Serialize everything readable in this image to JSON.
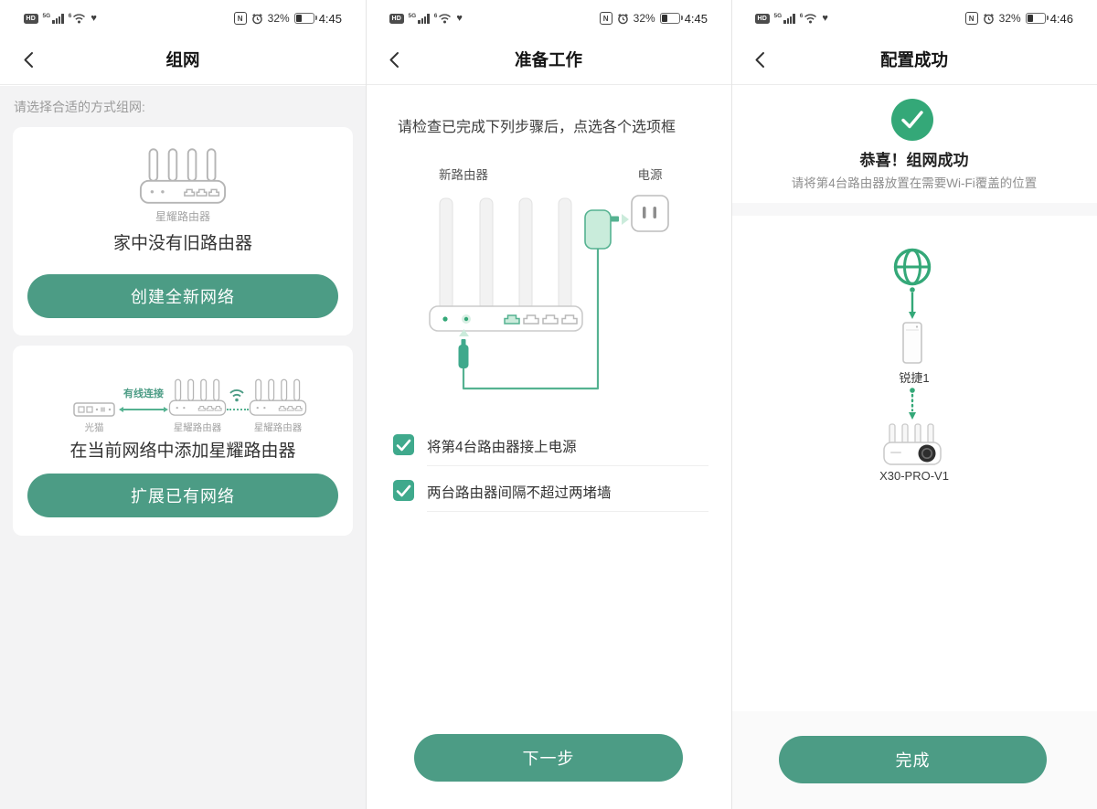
{
  "colors": {
    "accent": "#4C9C85",
    "success": "#34A878",
    "checkbox": "#3FA98C",
    "light_green": "#CBEBDB",
    "cable_green": "#55B291"
  },
  "statusbar": {
    "hd": "HD",
    "network": "5G",
    "wifi_gen": "6",
    "battery": "32%",
    "time_screen1": "4:45",
    "time_screen2": "4:45",
    "time_screen3": "4:46"
  },
  "screen1": {
    "nav_title": "组网",
    "prompt": "请选择合适的方式组网:",
    "card_new": {
      "device_label": "星耀路由器",
      "headline": "家中没有旧路由器",
      "button": "创建全新网络"
    },
    "card_extend": {
      "modem_label": "光猫",
      "wired_label": "有线连接",
      "router1_label": "星耀路由器",
      "router2_label": "星耀路由器",
      "headline": "在当前网络中添加星耀路由器",
      "button": "扩展已有网络"
    }
  },
  "screen2": {
    "nav_title": "准备工作",
    "instruction": "请检查已完成下列步骤后，点选各个选项框",
    "diagram": {
      "router_label": "新路由器",
      "power_label": "电源"
    },
    "checklist": [
      {
        "label": "将第4台路由器接上电源",
        "checked": true
      },
      {
        "label": "两台路由器间隔不超过两堵墙",
        "checked": true
      }
    ],
    "button": "下一步"
  },
  "screen3": {
    "nav_title": "配置成功",
    "headline": "恭喜！组网成功",
    "subtitle": "请将第4台路由器放置在需要Wi-Fi覆盖的位置",
    "topology": {
      "gateway_label": "锐捷1",
      "router_label": "X30-PRO-V1"
    },
    "button": "完成"
  }
}
